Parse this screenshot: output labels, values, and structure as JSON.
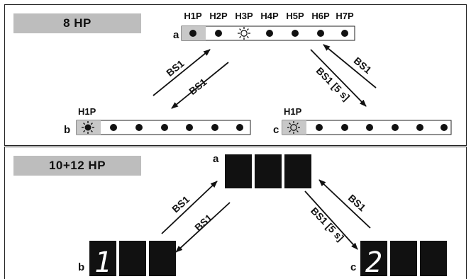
{
  "panels": {
    "top": {
      "label": "8 HP"
    },
    "bottom": {
      "label": "10+12 HP"
    }
  },
  "led_headers": [
    "H1P",
    "H2P",
    "H3P",
    "H4P",
    "H5P",
    "H6P",
    "H7P"
  ],
  "h1p_label": "H1P",
  "state_labels": {
    "a": "a",
    "b": "b",
    "c": "c"
  },
  "arrows": {
    "bs1": "BS1",
    "bs1_5s": "BS1 [5 s]"
  },
  "display_digits": {
    "b": "1",
    "c": "2"
  },
  "colors": {
    "label_bg": "#bdbdbd",
    "led_highlight": "#c8c8c8",
    "dark": "#111111"
  }
}
